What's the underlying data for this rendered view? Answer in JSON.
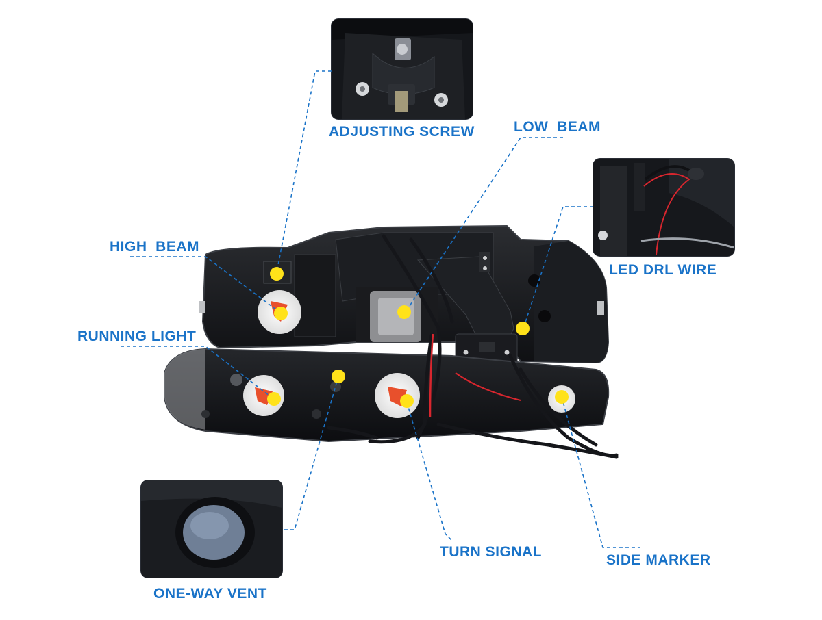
{
  "accent_color": "#1a73c8",
  "marker_color": "#ffe21a",
  "callouts": [
    {
      "id": "adjusting-screw",
      "text": "ADJUSTING SCREW"
    },
    {
      "id": "low-beam",
      "text": "LOW  BEAM"
    },
    {
      "id": "high-beam",
      "text": "HIGH  BEAM"
    },
    {
      "id": "led-drl-wire",
      "text": "LED DRL WIRE"
    },
    {
      "id": "running-light",
      "text": "RUNNING LIGHT"
    },
    {
      "id": "turn-signal",
      "text": "TURN SIGNAL"
    },
    {
      "id": "side-marker",
      "text": "SIDE MARKER"
    },
    {
      "id": "one-way-vent",
      "text": "ONE-WAY VENT"
    }
  ]
}
